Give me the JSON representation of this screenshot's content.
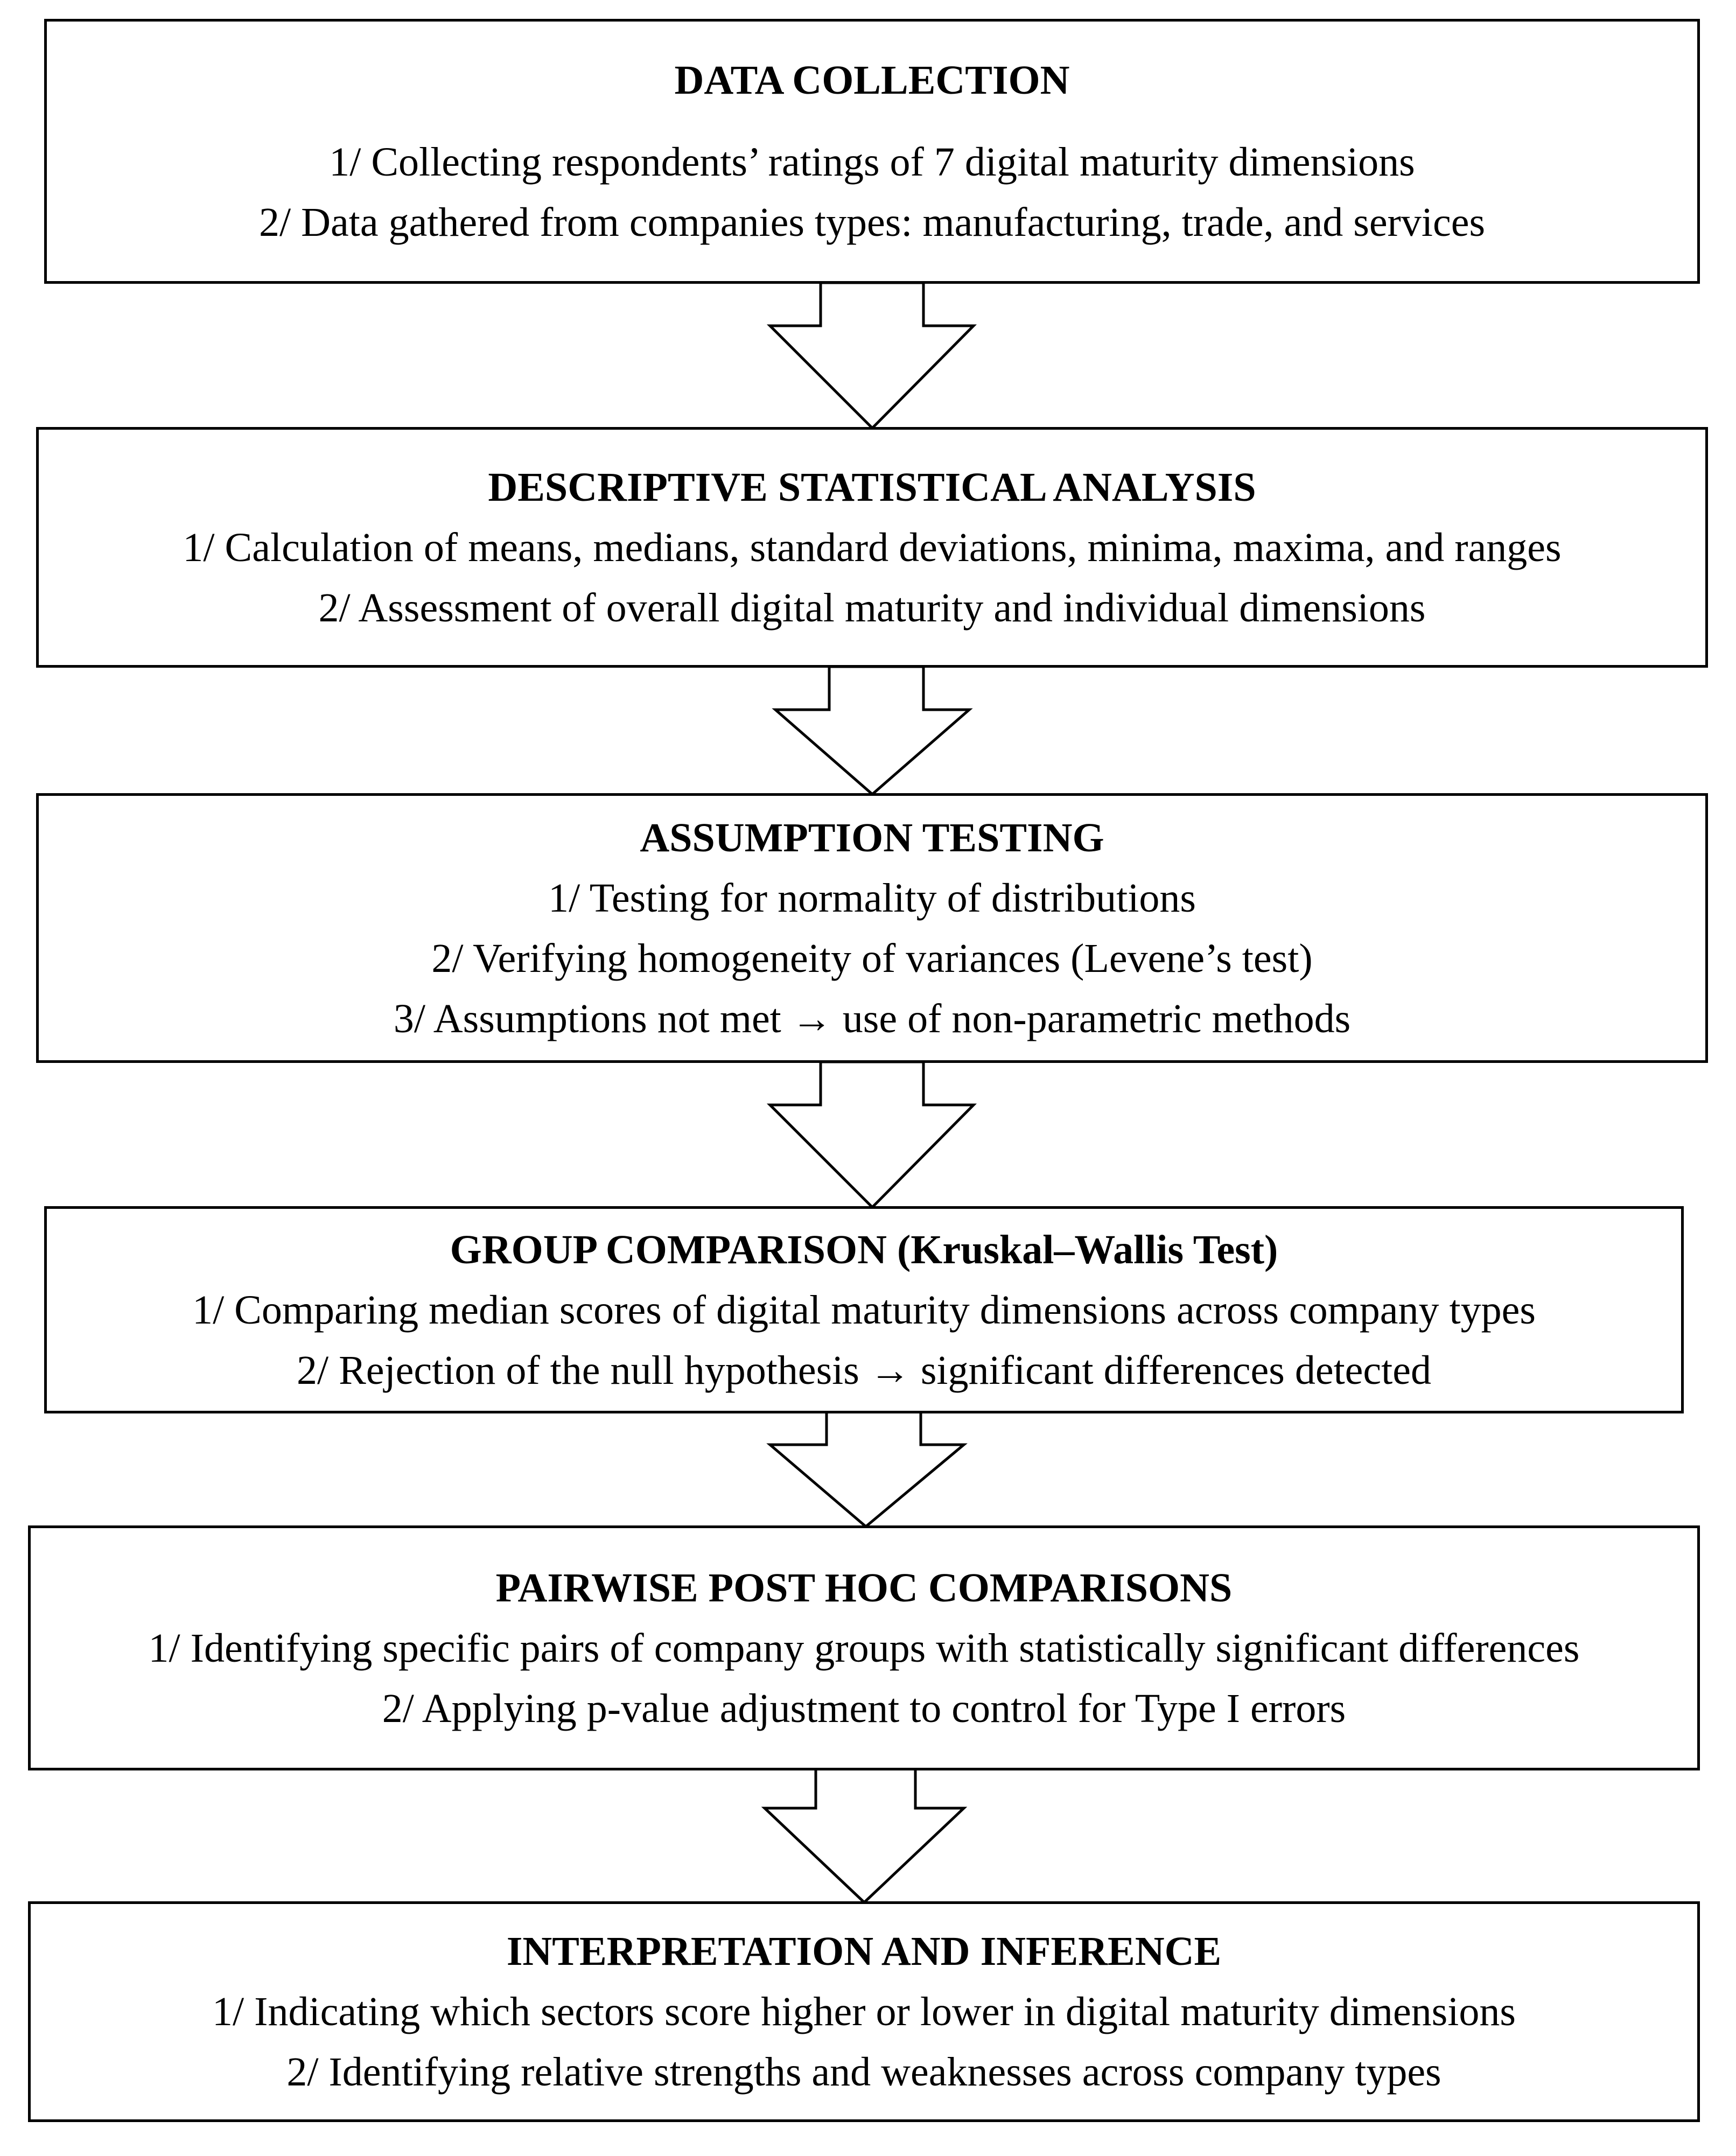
{
  "steps": [
    {
      "title": "DATA COLLECTION",
      "lines": [
        "1/ Collecting respondents’ ratings of 7 digital maturity dimensions",
        "2/ Data gathered from companies types: manufacturing, trade, and services"
      ]
    },
    {
      "title": "DESCRIPTIVE STATISTICAL ANALYSIS",
      "lines": [
        "1/ Calculation of means, medians, standard deviations, minima, maxima, and ranges",
        "2/ Assessment of overall digital maturity and individual dimensions"
      ]
    },
    {
      "title": "ASSUMPTION TESTING",
      "lines": [
        "1/ Testing for normality of distributions",
        "2/ Verifying homogeneity of variances (Levene’s test)",
        "3/ Assumptions not met → use of non-parametric methods"
      ]
    },
    {
      "title": "GROUP COMPARISON (Kruskal–Wallis Test)",
      "lines": [
        "1/ Comparing median scores of digital maturity dimensions across company types",
        "2/ Rejection of the null hypothesis → significant differences detected"
      ]
    },
    {
      "title": "PAIRWISE POST HOC COMPARISONS",
      "lines": [
        "1/ Identifying specific pairs of company groups with statistically significant differences",
        "2/ Applying p-value adjustment to control for Type I errors"
      ]
    },
    {
      "title": "INTERPRETATION AND INFERENCE",
      "lines": [
        "1/ Indicating which sectors score higher or lower in digital maturity dimensions",
        "2/ Identifying relative strengths and weaknesses across company types"
      ]
    }
  ]
}
